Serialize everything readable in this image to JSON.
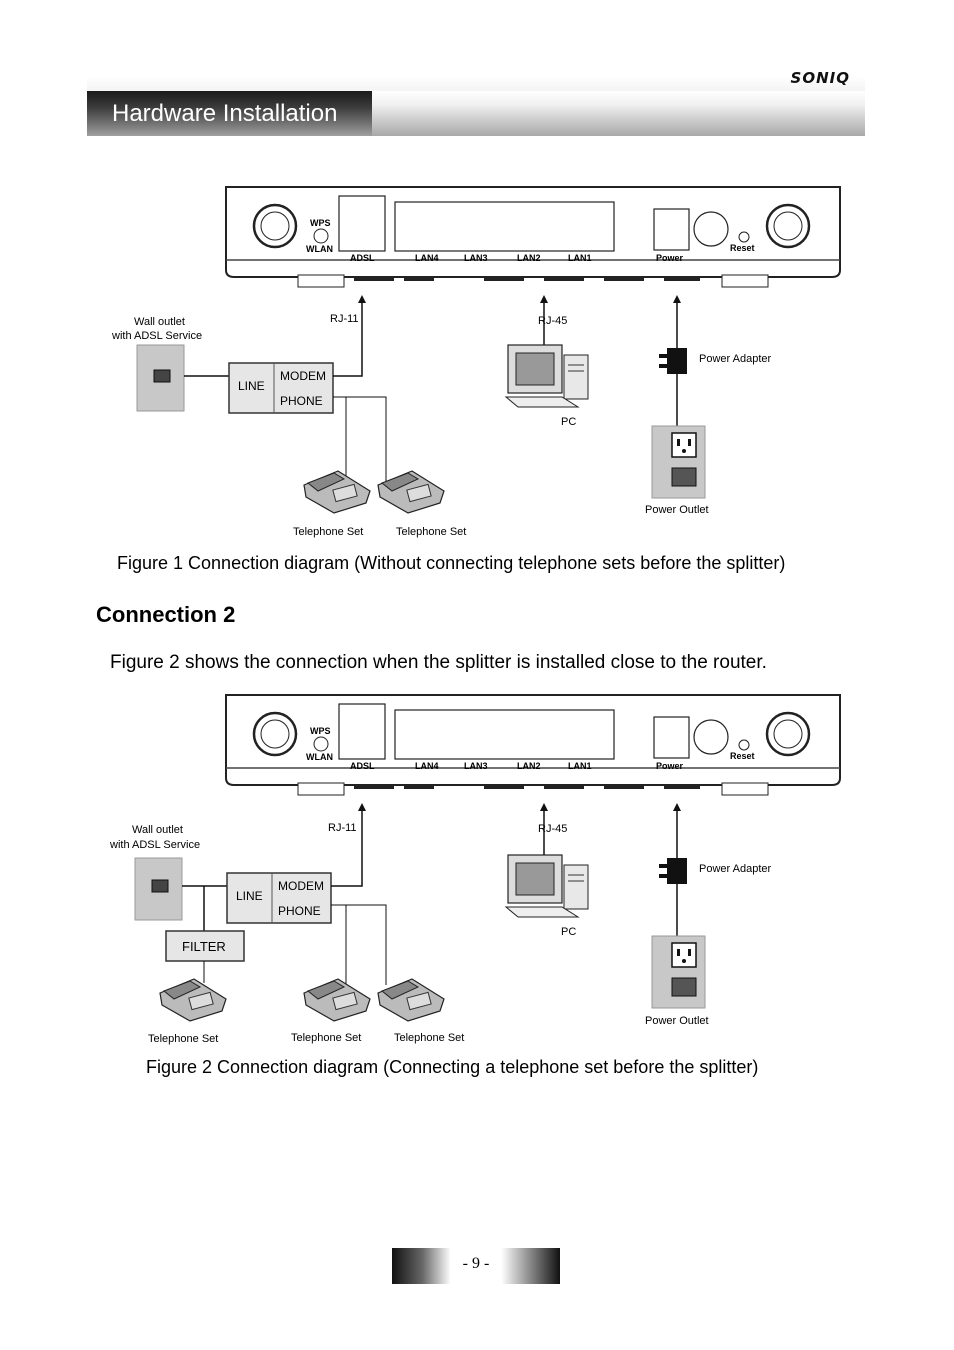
{
  "header": {
    "brand": "SONIQ",
    "title": "Hardware Installation"
  },
  "router": {
    "buttons": [
      "WPS",
      "WLAN"
    ],
    "ports": [
      "ADSL",
      "LAN4",
      "LAN3",
      "LAN2",
      "LAN1",
      "Power"
    ],
    "reset": "Reset"
  },
  "diagram_labels": {
    "wall_outlet_1": "Wall outlet",
    "wall_outlet_2": "with ADSL Service",
    "rj11": "RJ-11",
    "rj45": "RJ-45",
    "pc": "PC",
    "power_adapter": "Power Adapter",
    "power_outlet": "Power Outlet",
    "line": "LINE",
    "modem": "MODEM",
    "phone": "PHONE",
    "filter": "FILTER",
    "telephone_set": "Telephone Set"
  },
  "figure1": {
    "caption": "Figure 1 Connection diagram (Without connecting telephone sets before the splitter)"
  },
  "section": {
    "title": "Connection 2",
    "text": "Figure 2 shows the connection when the splitter is installed close to the router."
  },
  "figure2": {
    "caption": "Figure 2 Connection diagram (Connecting a telephone set before the splitter)"
  },
  "footer": {
    "page_number": "- 9 -"
  }
}
